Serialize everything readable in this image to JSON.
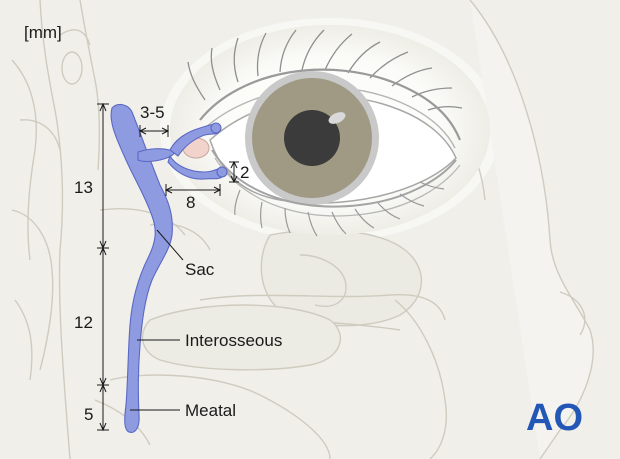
{
  "unit_label": "[mm]",
  "measurements": {
    "canaliculus_height": "3-5",
    "canaliculus_diameter": "2",
    "canaliculus_length": "8",
    "sac_length": "13",
    "interosseous_length": "12",
    "meatal_length": "5"
  },
  "parts": {
    "sac": "Sac",
    "interosseous": "Interosseous",
    "meatal": "Meatal"
  },
  "logo": {
    "text": "AO"
  },
  "colors": {
    "duct": "#8e9be0",
    "duct_stroke": "#5b68c4",
    "iris": "#a09a84",
    "pupil": "#3b3b3b",
    "anatomy_line": "#c9c6bb",
    "logo": "#2257b5"
  }
}
